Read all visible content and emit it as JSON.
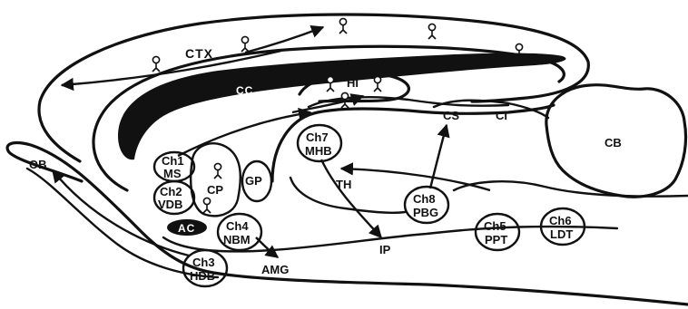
{
  "labels": {
    "ctx": "CTX",
    "cc": "CC",
    "hi": "HI",
    "ob": "OB",
    "cp": "CP",
    "gp": "GP",
    "ac": "AC",
    "cs": "CS",
    "ci": "CI",
    "cb": "CB",
    "th": "TH",
    "ip": "IP",
    "amg": "AMG"
  },
  "nuclei": [
    {
      "id": "ch1",
      "code": "Ch1",
      "region": "MS"
    },
    {
      "id": "ch2",
      "code": "Ch2",
      "region": "VDB"
    },
    {
      "id": "ch3",
      "code": "Ch3",
      "region": "HDB"
    },
    {
      "id": "ch4",
      "code": "Ch4",
      "region": "NBM"
    },
    {
      "id": "ch5",
      "code": "Ch5",
      "region": "PPT"
    },
    {
      "id": "ch6",
      "code": "Ch6",
      "region": "LDT"
    },
    {
      "id": "ch7",
      "code": "Ch7",
      "region": "MHB"
    },
    {
      "id": "ch8",
      "code": "Ch8",
      "region": "PBG"
    }
  ]
}
